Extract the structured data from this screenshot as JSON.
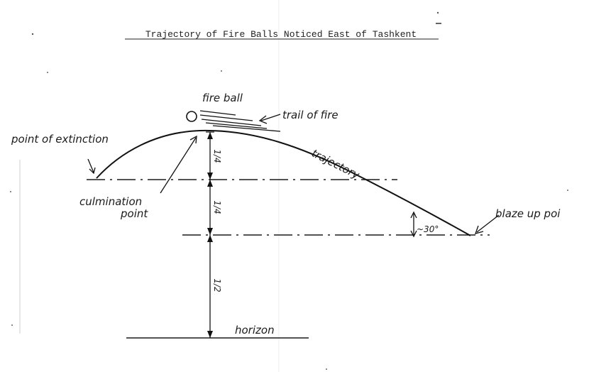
{
  "title": "Trajectory of Fire Balls Noticed East of Tashkent",
  "labels": {
    "fire_ball": "fire ball",
    "trail_of_fire": "trail of fire",
    "point_of_extinction": "point of extinction",
    "trajectory": "trajectory",
    "culmination_line1": "culmination",
    "culmination_line2": "point",
    "blaze_up": "blaze up poi",
    "angle": "~30°",
    "horizon": "horizon"
  },
  "fractions": {
    "upper": "1/4",
    "middle": "1/4",
    "lower": "1/2"
  }
}
